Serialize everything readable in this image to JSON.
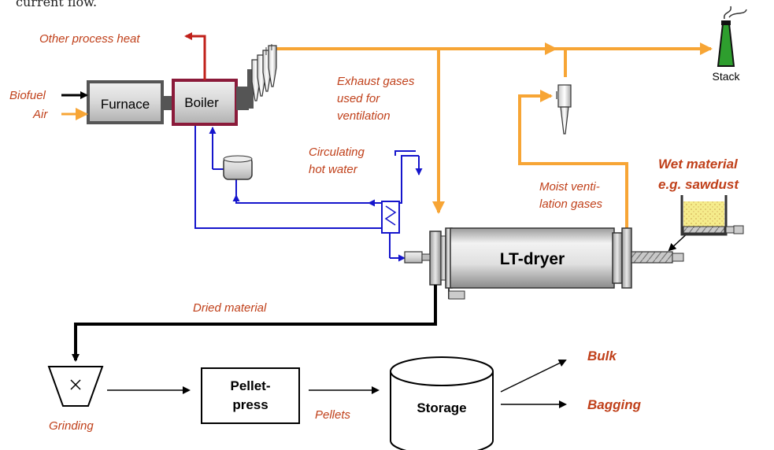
{
  "top_text": "current flow.",
  "labels": {
    "other_heat": "Other process heat",
    "biofuel": "Biofuel",
    "air": "Air",
    "exhaust_1": "Exhaust gases",
    "exhaust_2": "used for",
    "exhaust_3": "ventilation",
    "circ_1": "Circulating",
    "circ_2": "hot water",
    "moist_1": "Moist venti-",
    "moist_2": "lation gases",
    "wet_1": "Wet material",
    "wet_2": "e.g. sawdust",
    "dried": "Dried material",
    "grinding": "Grinding",
    "pellets": "Pellets",
    "bulk": "Bulk",
    "bagging": "Bagging",
    "stack": "Stack"
  },
  "boxes": {
    "furnace": "Furnace",
    "boiler": "Boiler",
    "dryer": "LT-dryer",
    "pellet_1": "Pellet-",
    "pellet_2": "press",
    "storage": "Storage"
  },
  "colors": {
    "orange": "#F7A535",
    "blue": "#1515CC",
    "red_label": "#C0401A",
    "boiler_border": "#8B1A3A",
    "stack_green": "#2E9E2E",
    "sawdust": "#F5EC8C"
  }
}
